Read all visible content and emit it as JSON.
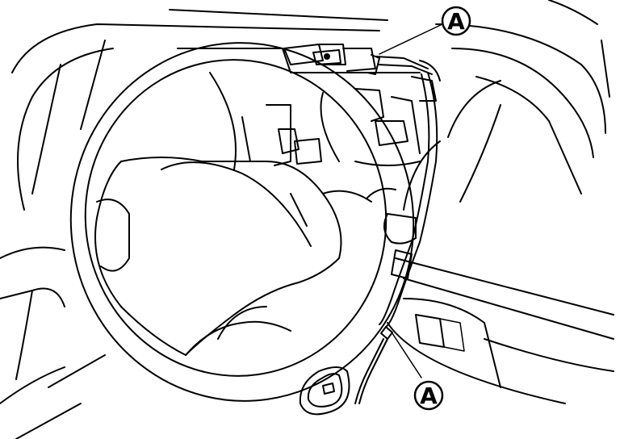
{
  "callouts": [
    {
      "id": "top",
      "label": "A"
    },
    {
      "id": "bottom",
      "label": "A"
    }
  ]
}
